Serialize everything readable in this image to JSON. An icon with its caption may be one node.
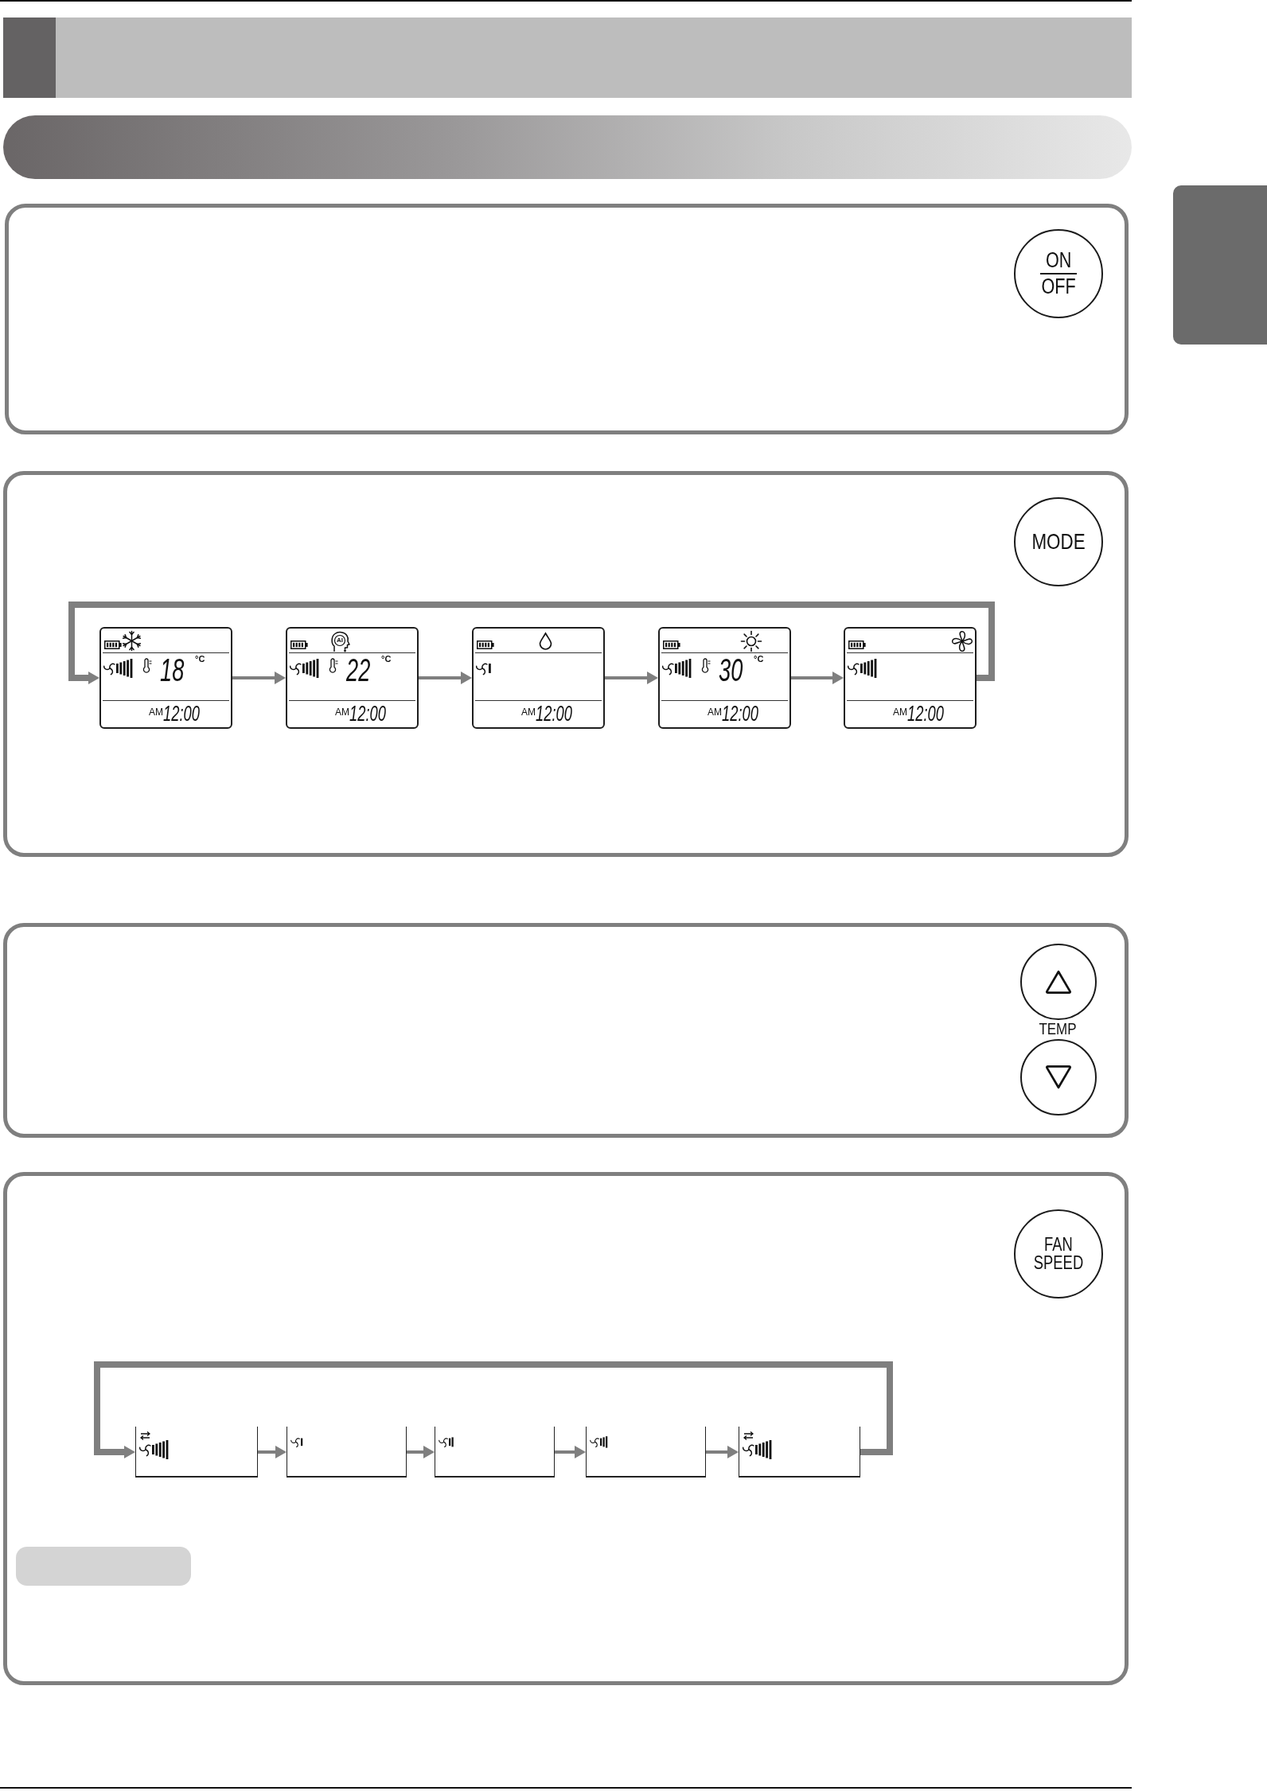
{
  "diagram": {
    "nodes": [
      {
        "text": [],
        "shape": "box"
      },
      {
        "text": [],
        "shape": "bar"
      },
      {
        "text": [],
        "shape": "box"
      },
      {
        "text": [],
        "shape": "box"
      },
      {
        "text": [
          "ON",
          "OFF"
        ],
        "in": 3
      },
      {
        "text": [],
        "shape": "box"
      },
      {
        "text": [
          "MODE"
        ],
        "in": 5
      },
      {
        "text": [
          "18",
          "°C",
          "AM",
          "12:00"
        ],
        "in": 5
      },
      {
        "text": [
          "AI",
          "22",
          "°C",
          "AM",
          "12:00"
        ],
        "in": 5
      },
      {
        "text": [
          "AM",
          "12:00"
        ],
        "in": 5
      },
      {
        "text": [
          "30",
          "°C",
          "AM",
          "12:00"
        ],
        "in": 5
      },
      {
        "text": [
          "AM",
          "12:00"
        ],
        "in": 5
      },
      {
        "text": [],
        "shape": "box"
      },
      {
        "text": [],
        "shape": "circle",
        "in": 12
      },
      {
        "text": [],
        "shape": "circle",
        "in": 12
      },
      {
        "text": [],
        "shape": "box"
      },
      {
        "text": [
          "FAN SPEED"
        ],
        "in": 15
      },
      {
        "text": [],
        "shape": "box",
        "in": 15
      },
      {
        "text": [],
        "shape": "box",
        "in": 15
      },
      {
        "text": [],
        "shape": "box",
        "in": 15
      },
      {
        "text": [],
        "shape": "box",
        "in": 15
      },
      {
        "text": [],
        "shape": "box",
        "in": 15
      },
      {
        "text": [],
        "shape": "box",
        "in": 15
      }
    ],
    "edges": [
      {
        "from": 7,
        "to": 8,
        "arrow": "to"
      },
      {
        "from": 8,
        "to": 9,
        "arrow": "to"
      },
      {
        "from": 9,
        "to": 10,
        "arrow": "to"
      },
      {
        "from": 10,
        "to": 11,
        "arrow": "to"
      },
      {
        "from": 11,
        "to": 7,
        "arrow": "to",
        "style": "thick"
      },
      {
        "from": 17,
        "to": 18,
        "arrow": "to"
      },
      {
        "from": 18,
        "to": 19,
        "arrow": "to"
      },
      {
        "from": 19,
        "to": 20,
        "arrow": "to"
      },
      {
        "from": 20,
        "to": 21,
        "arrow": "to"
      },
      {
        "from": 21,
        "to": 17,
        "arrow": "to",
        "style": "thick"
      }
    ],
    "labels": [
      "TEMP"
    ]
  }
}
